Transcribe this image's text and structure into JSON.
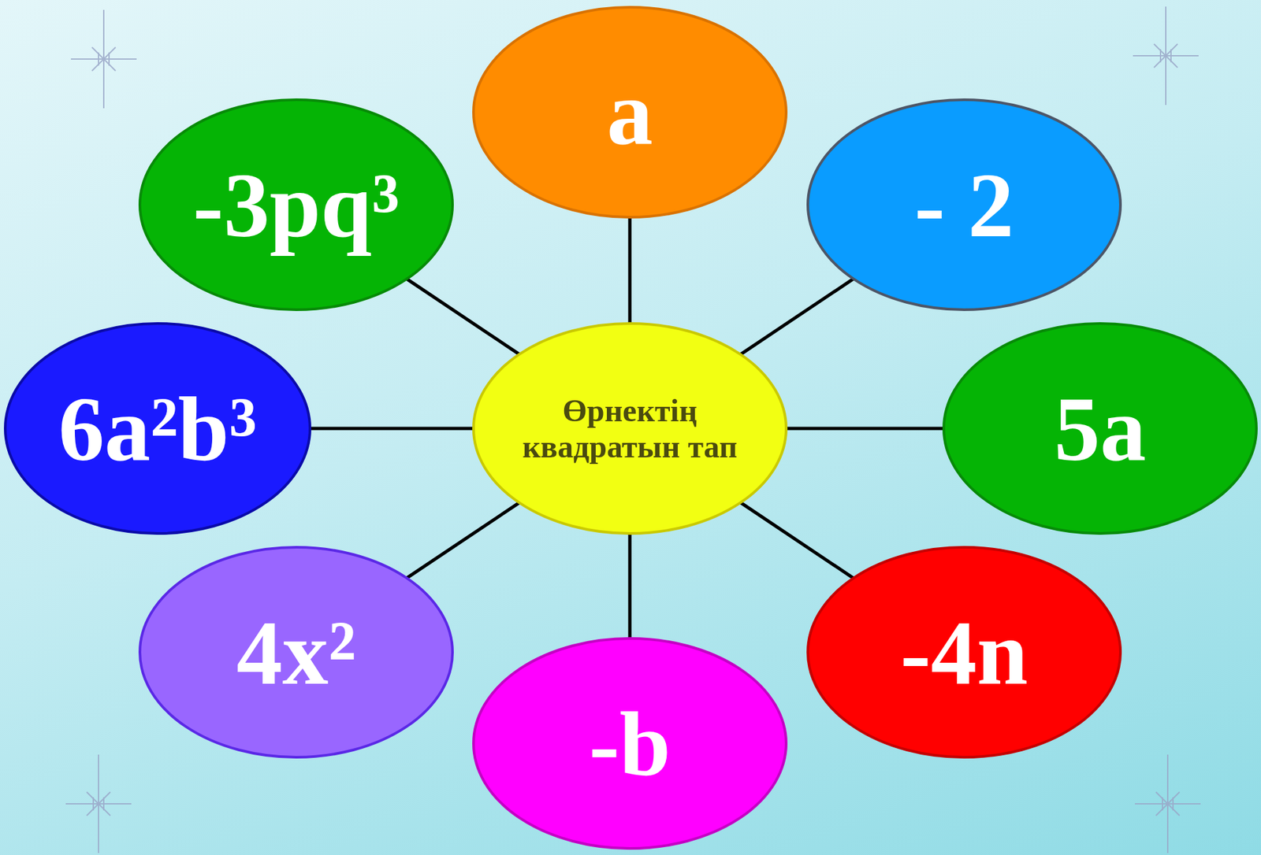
{
  "diagram": {
    "nodes": [
      {
        "text": [
          "Өрнектің квадратын тап"
        ]
      },
      {
        "text": [
          "a"
        ]
      },
      {
        "text": [
          "- 2"
        ]
      },
      {
        "text": [
          "5a"
        ]
      },
      {
        "text": [
          "-4n"
        ]
      },
      {
        "text": [
          "-b"
        ]
      },
      {
        "text": [
          "4x²"
        ]
      },
      {
        "text": [
          "6a²b³"
        ]
      },
      {
        "text": [
          "-3pq³"
        ]
      }
    ],
    "edges": [
      {
        "from": 0,
        "to": 1,
        "arrow": "none"
      },
      {
        "from": 0,
        "to": 2,
        "arrow": "none"
      },
      {
        "from": 0,
        "to": 3,
        "arrow": "none"
      },
      {
        "from": 0,
        "to": 4,
        "arrow": "none"
      },
      {
        "from": 0,
        "to": 5,
        "arrow": "none"
      },
      {
        "from": 0,
        "to": 6,
        "arrow": "none"
      },
      {
        "from": 0,
        "to": 7,
        "arrow": "none"
      },
      {
        "from": 0,
        "to": 8,
        "arrow": "none"
      }
    ]
  }
}
